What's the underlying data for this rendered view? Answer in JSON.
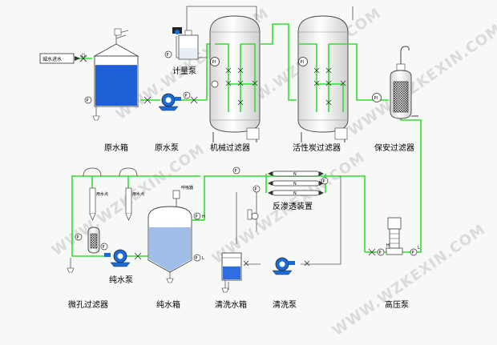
{
  "watermark": "WWW.WZKEXIN.COM",
  "labels": {
    "raw_tank": "原水箱",
    "raw_pump": "原水泵",
    "dosing_pump": "计量泵",
    "mech_filter": "机械过滤器",
    "carbon_filter": "活性炭过滤器",
    "security_filter": "保安过滤器",
    "ro_unit": "反渗透装置",
    "hp_pump": "高压泵",
    "micro_filter": "微孔过滤器",
    "pure_pump": "纯水泵",
    "pure_tank": "纯水箱",
    "clean_tank": "清洗水箱",
    "clean_pump": "清洗泵",
    "inlet": "城水进水",
    "breather": "呼吸器",
    "use_point": "用水点",
    "pi": "PI",
    "p": "P",
    "h": "H",
    "l": "L",
    "n": "N"
  },
  "colors": {
    "pipe": "#33dd33",
    "raw_water": "#1f5fd6",
    "pure_water": "#9fbfe8",
    "clean_water": "#2f6ee0",
    "pump": "#1a6bd6",
    "background": "#f7f9f6"
  },
  "levels": {
    "raw_tank_fill": 0.82,
    "pure_tank_fill": 0.62,
    "clean_tank_fill": 0.6
  }
}
